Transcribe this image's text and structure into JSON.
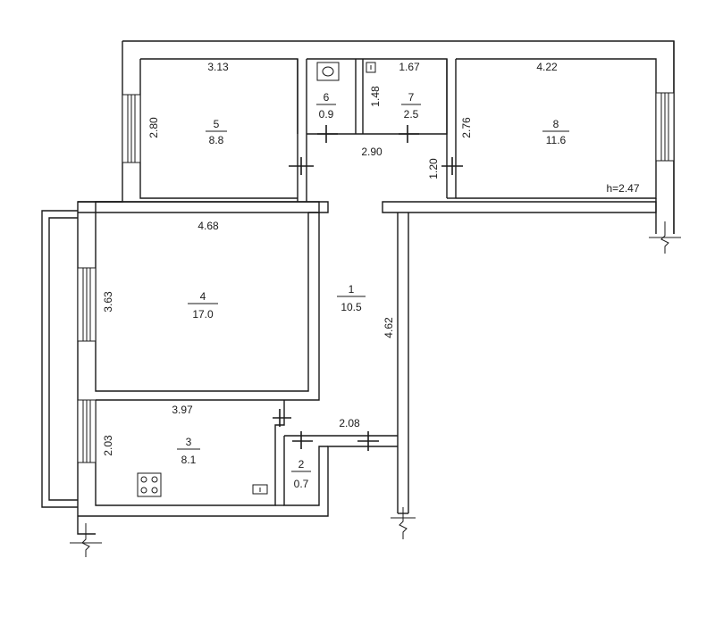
{
  "rooms": [
    {
      "id": "1",
      "number": "1",
      "area": "10.5"
    },
    {
      "id": "2",
      "number": "2",
      "area": "0.7"
    },
    {
      "id": "3",
      "number": "3",
      "area": "8.1"
    },
    {
      "id": "4",
      "number": "4",
      "area": "17.0"
    },
    {
      "id": "5",
      "number": "5",
      "area": "8.8"
    },
    {
      "id": "6",
      "number": "6",
      "area": "0.9"
    },
    {
      "id": "7",
      "number": "7",
      "area": "2.5"
    },
    {
      "id": "8",
      "number": "8",
      "area": "11.6"
    }
  ],
  "dimensions": {
    "room5_width": "3.13",
    "room5_height": "2.80",
    "room7_width": "1.67",
    "room7_height": "1.48",
    "room8_width": "4.22",
    "room8_height": "2.76",
    "corridor_top_width": "2.90",
    "corridor_top_height": "1.20",
    "room4_width": "4.68",
    "room4_height": "3.63",
    "room1_height": "4.62",
    "room3_width": "3.97",
    "room3_height": "2.03",
    "corridor_bottom_width": "2.08"
  },
  "ceiling_height": "h=2.47",
  "icons": {
    "toilet": "toilet-icon",
    "stove": "stove-icon",
    "sink": "sink-icon",
    "meter": "meter-icon"
  }
}
